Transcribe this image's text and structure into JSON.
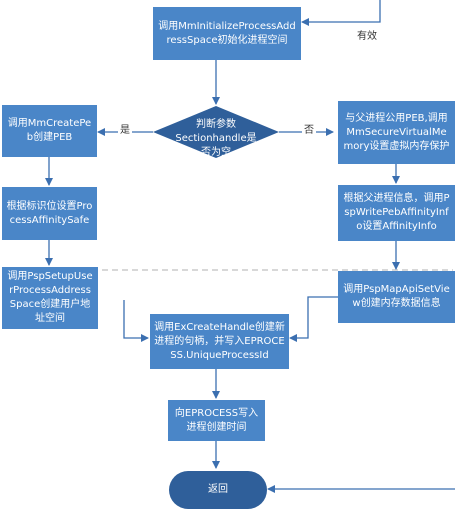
{
  "nodes": {
    "init_space": "调用MmInitializeProcessAddressSpace初始化进程空间",
    "decision": "判断参数Sectionhandle是否为空",
    "create_peb": "调用MmCreatePeb创建PEB",
    "set_affinity_safe": "根据标识位设置ProcessAffinitySafe",
    "setup_user_space": "调用PspSetupUserProcessAddressSpace创建用户地址空间",
    "secure_vm": "与父进程公用PEB,调用MmSecureVirtualMemory设置虚拟内存保护",
    "write_affinity": "根据父进程信息，调用PspWritePebAffinityInfo设置AffinityInfo",
    "map_apiset": "调用PspMapApiSetView创建内存数据信息",
    "create_handle": "调用ExCreateHandle创建新进程的句柄，并写入EPROCESS.UniqueProcessId",
    "write_time": "向EPROCESS写入进程创建时间",
    "return": "返回"
  },
  "edge_labels": {
    "valid": "有效",
    "yes": "是",
    "no": "否"
  },
  "colors": {
    "box": "#4a86c8",
    "terminal": "#2f5f9a",
    "arrow": "#3b6fb0"
  }
}
